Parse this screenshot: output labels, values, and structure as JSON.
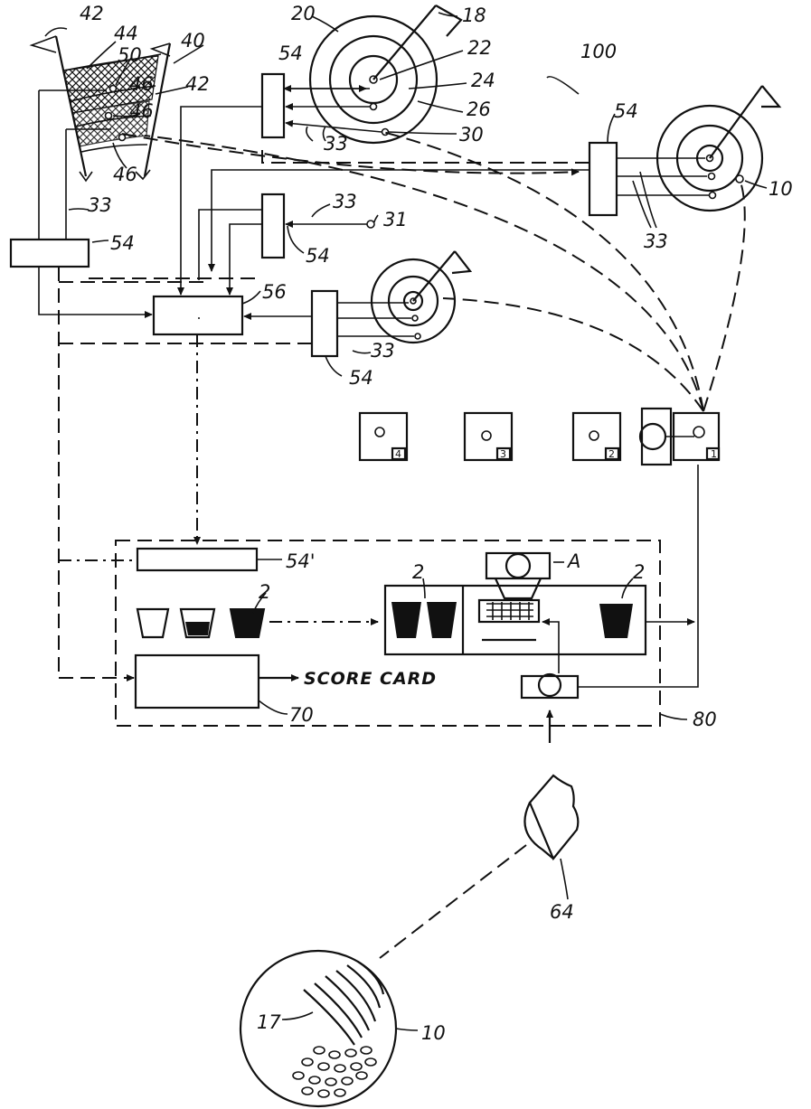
{
  "figure": {
    "labels": {
      "system": "100",
      "ball_top_right": "10",
      "green_hole": "20",
      "flag": "18",
      "ring_inner": "22",
      "ring_middle": "24",
      "ring_outer": "26",
      "ring_edge": "30",
      "wires": "33",
      "sensor_31": "31",
      "interface": "54",
      "interface_prime": "54'",
      "processor": "56",
      "cup_2": "2",
      "dispenser": "A",
      "scorecard_unit": "70",
      "enclosure": "80",
      "camera": "64",
      "ball_marking": "17",
      "ball_large": "10",
      "target_net": "40",
      "net_flag": "42",
      "net_section": "44",
      "net_sensor": "50",
      "net_pocket": "46"
    },
    "caption_score_card": "SCORE CARD",
    "tee_numbers": [
      "4",
      "3",
      "2",
      "1"
    ]
  }
}
